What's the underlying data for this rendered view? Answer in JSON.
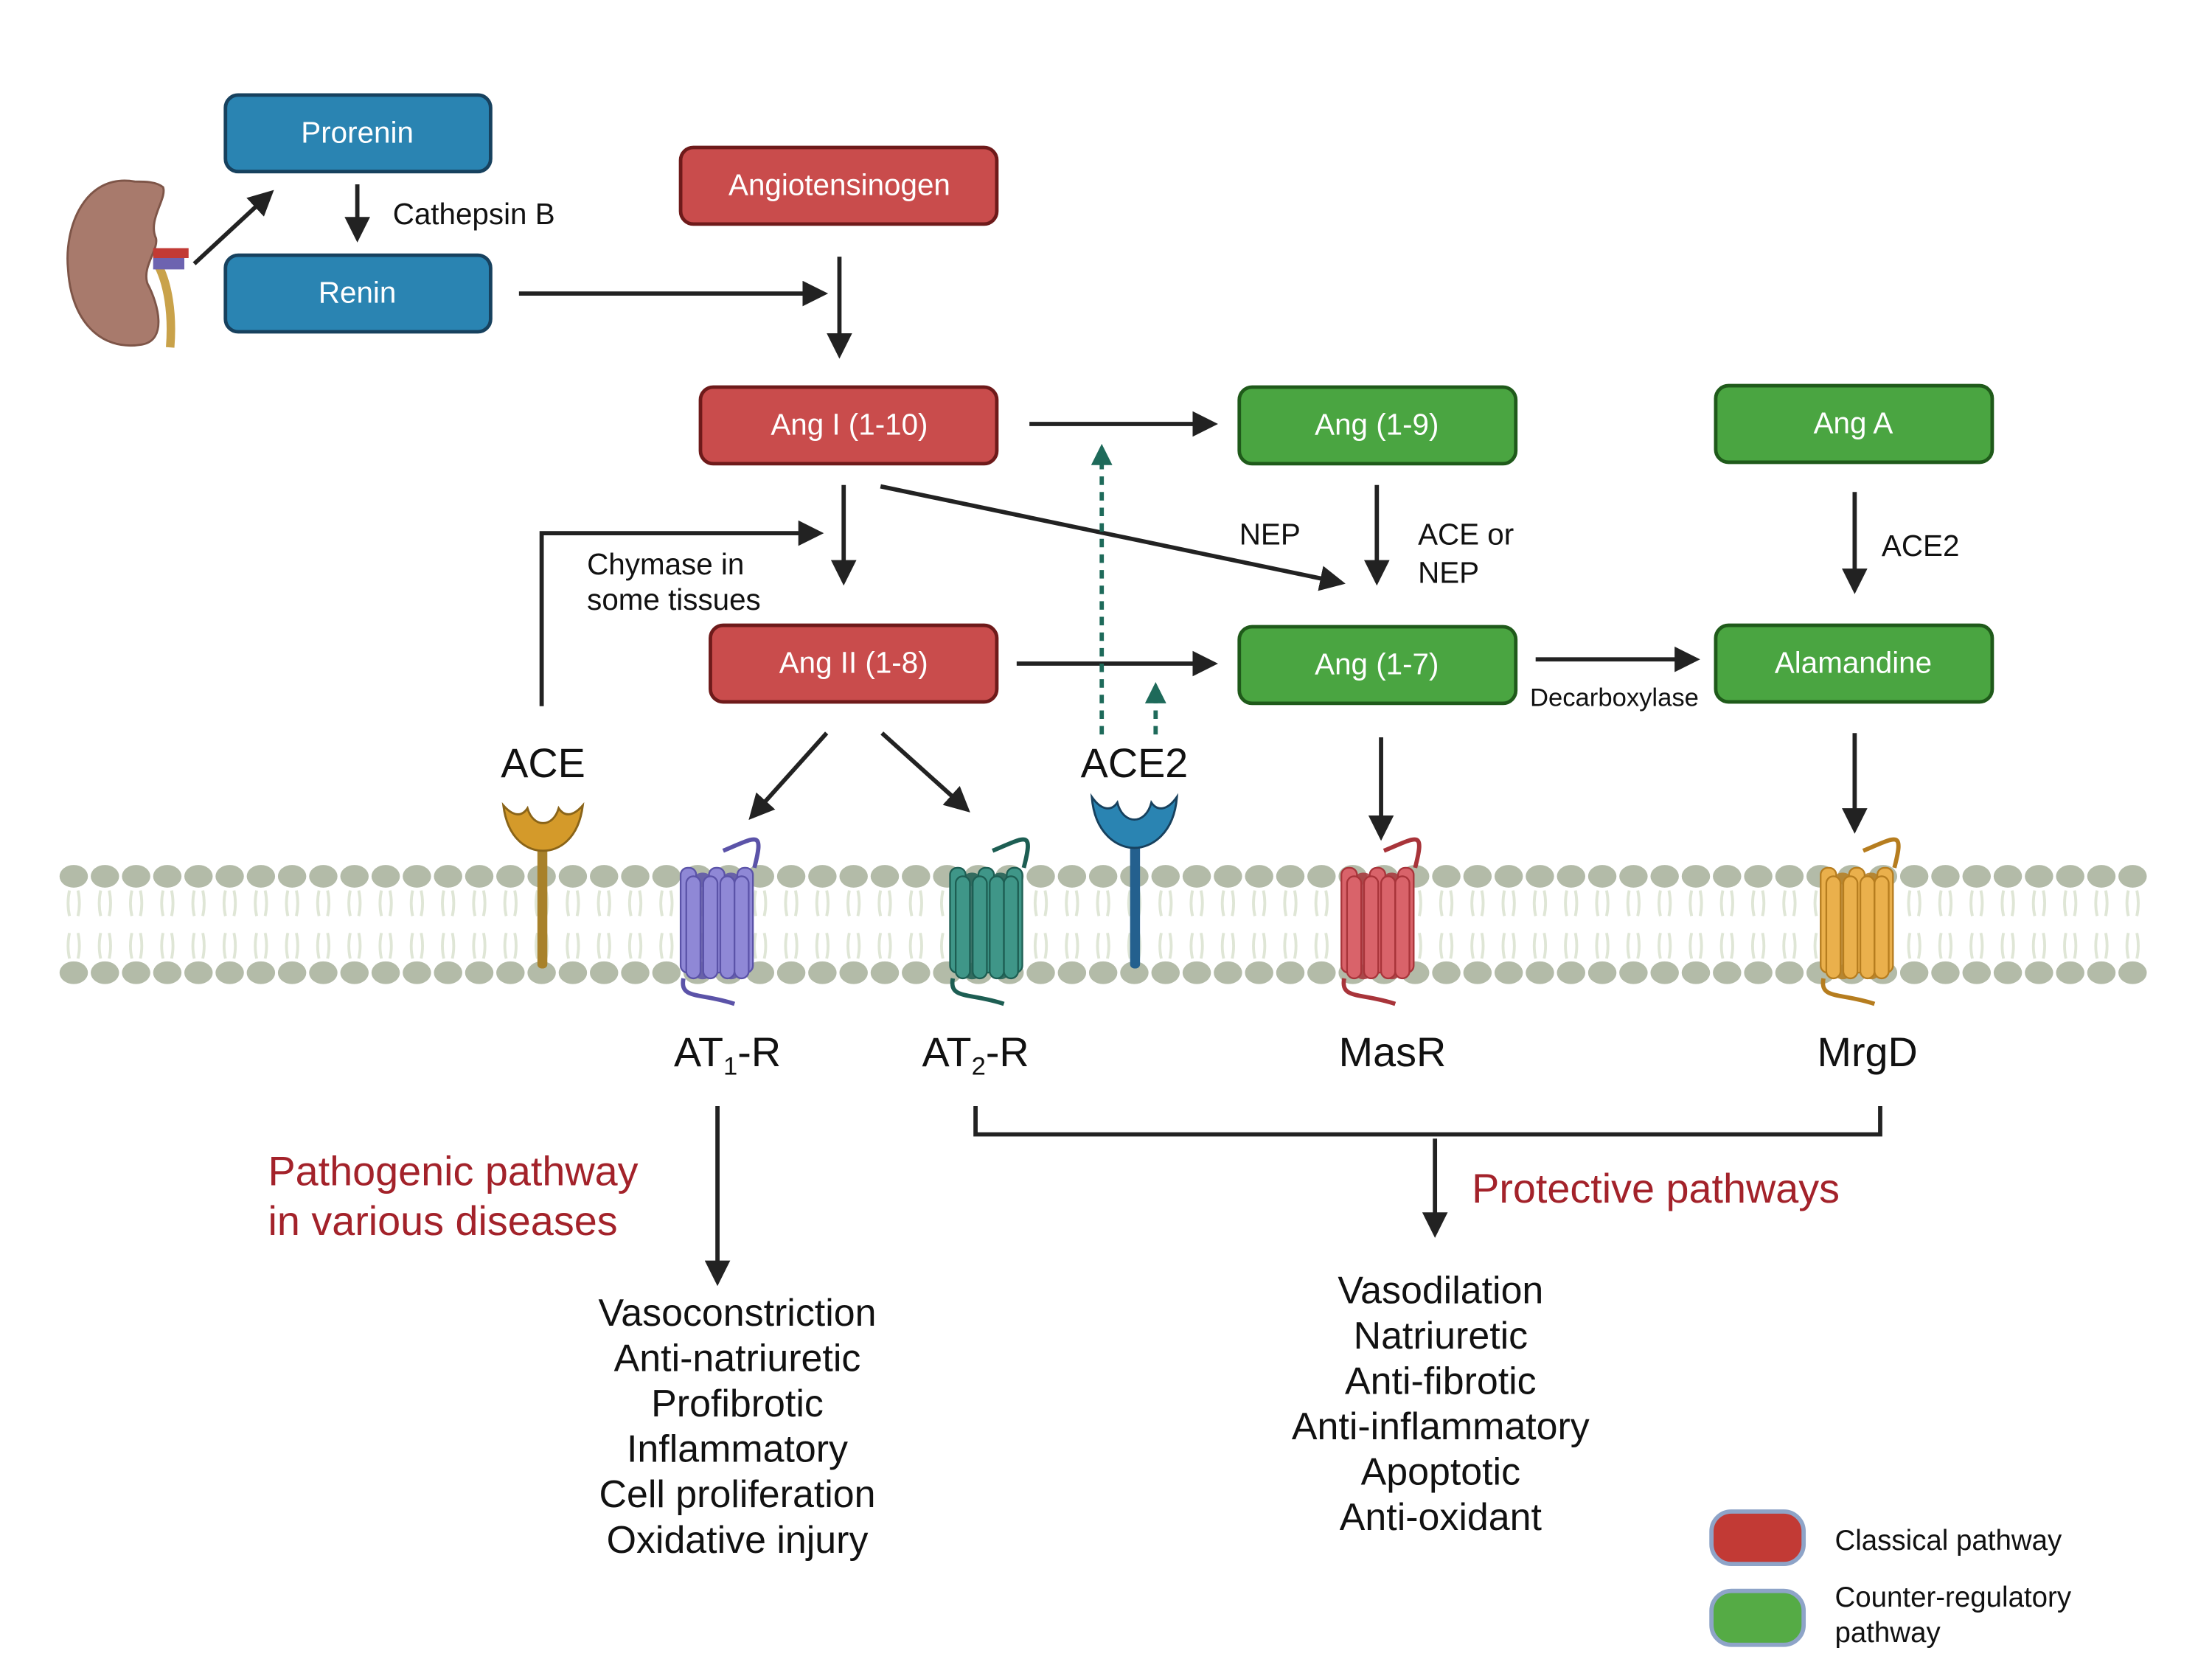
{
  "boxes": {
    "prorenin": "Prorenin",
    "renin": "Renin",
    "angiotensinogen": "Angiotensinogen",
    "ang1": "Ang I (1-10)",
    "ang2": "Ang II (1-8)",
    "ang19": "Ang (1-9)",
    "ang17": "Ang (1-7)",
    "angA": "Ang A",
    "alamandine": "Alamandine"
  },
  "enzymes": {
    "cathepsin": "Cathepsin B",
    "nep": "NEP",
    "ace_or": "ACE or",
    "ace_or_nep": "NEP",
    "ace2_small": "ACE2",
    "decarboxylase": "Decarboxylase",
    "chymase_1": "Chymase in",
    "chymase_2": "some tissues",
    "ace": "ACE",
    "ace2": "ACE2"
  },
  "receptors": {
    "at1_main": "AT",
    "at1_sub": "1",
    "at1_tail": "-R",
    "at2_main": "AT",
    "at2_sub": "2",
    "at2_tail": "-R",
    "masr": "MasR",
    "mrgd": "MrgD"
  },
  "pathogenic": {
    "title_1": "Pathogenic pathway",
    "title_2": "in various diseases",
    "effects": [
      "Vasoconstriction",
      "Anti-natriuretic",
      "Profibrotic",
      "Inflammatory",
      "Cell proliferation",
      "Oxidative injury"
    ]
  },
  "protective": {
    "title": "Protective pathways",
    "effects": [
      "Vasodilation",
      "Natriuretic",
      "Anti-fibrotic",
      "Anti-inflammatory",
      "Apoptotic",
      "Anti-oxidant"
    ]
  },
  "legend": {
    "classical": "Classical pathway",
    "counter_1": "Counter-regulatory",
    "counter_2": "pathway"
  },
  "colors": {
    "classical": "#c94c4c",
    "counter": "#4aa541",
    "renin": "#2a84b2",
    "at1": "#8f88d6",
    "at2": "#3f9688",
    "masr": "#d9636a",
    "mrgd": "#eab04c",
    "ace": "#d49a2a",
    "ace2": "#2a84b2"
  }
}
